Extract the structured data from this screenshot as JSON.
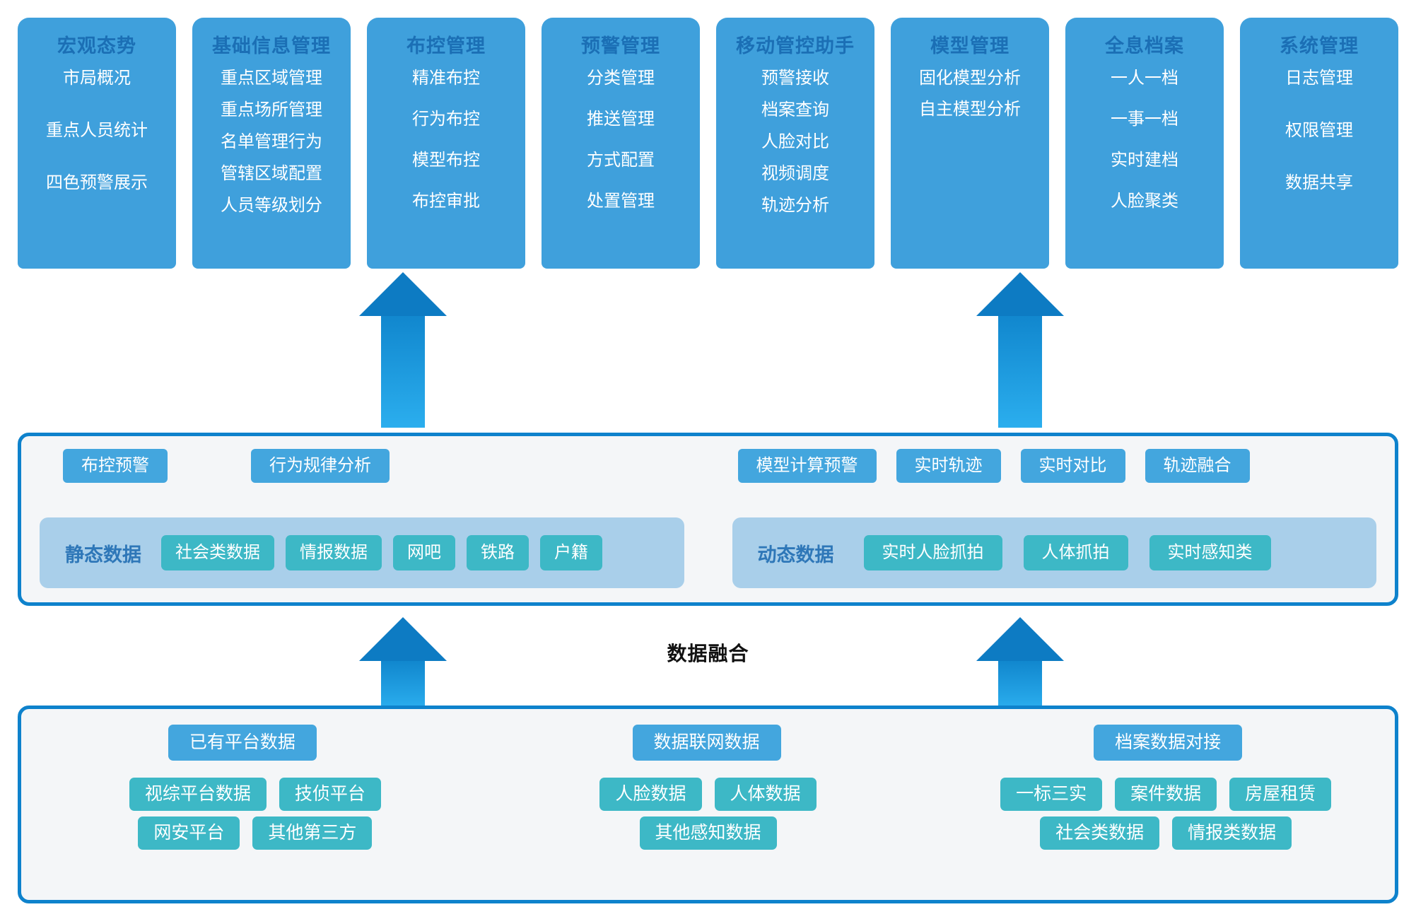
{
  "colors": {
    "module_card": "#3FA0DC",
    "module_title": "#1B6FB5",
    "band_border": "#0E82CC",
    "band_fill": "#F4F6F8",
    "capability_chip": "#43A6DE",
    "data_panel": "#A9CFEA",
    "data_panel_label": "#2E77B8",
    "data_chip": "#3DB8C6",
    "arrow": "#1187CE"
  },
  "modules": [
    {
      "title": "宏观态势",
      "items": [
        "市局概况",
        "重点人员统计",
        "四色预警展示"
      ]
    },
    {
      "title": "基础信息管理",
      "items": [
        "重点区域管理",
        "重点场所管理",
        "名单管理行为",
        "管辖区域配置",
        "人员等级划分"
      ]
    },
    {
      "title": "布控管理",
      "items": [
        "精准布控",
        "行为布控",
        "模型布控",
        "布控审批"
      ]
    },
    {
      "title": "预警管理",
      "items": [
        "分类管理",
        "推送管理",
        "方式配置",
        "处置管理"
      ]
    },
    {
      "title": "移动管控助手",
      "items": [
        "预警接收",
        "档案查询",
        "人脸对比",
        "视频调度",
        "轨迹分析"
      ]
    },
    {
      "title": "模型管理",
      "items": [
        "固化模型分析",
        "自主模型分析"
      ]
    },
    {
      "title": "全息档案",
      "items": [
        "一人一档",
        "一事一档",
        "实时建档",
        "人脸聚类"
      ]
    },
    {
      "title": "系统管理",
      "items": [
        "日志管理",
        "权限管理",
        "数据共享"
      ]
    }
  ],
  "fusion": {
    "label": "数据融合",
    "left": {
      "capabilities": [
        "布控预警",
        "行为规律分析"
      ],
      "panel_label": "静态数据",
      "chips": [
        "社会类数据",
        "情报数据",
        "网吧",
        "铁路",
        "户籍"
      ]
    },
    "right": {
      "capabilities": [
        "模型计算预警",
        "实时轨迹",
        "实时对比",
        "轨迹融合"
      ],
      "panel_label": "动态数据",
      "chips": [
        "实时人脸抓拍",
        "人体抓拍",
        "实时感知类"
      ]
    }
  },
  "sources": [
    {
      "head": "已有平台数据",
      "rows": [
        [
          "视综平台数据",
          "技侦平台"
        ],
        [
          "网安平台",
          "其他第三方"
        ]
      ]
    },
    {
      "head": "数据联网数据",
      "rows": [
        [
          "人脸数据",
          "人体数据"
        ],
        [
          "其他感知数据"
        ]
      ]
    },
    {
      "head": "档案数据对接",
      "rows": [
        [
          "一标三实",
          "案件数据",
          "房屋租赁"
        ],
        [
          "社会类数据",
          "情报类数据"
        ]
      ]
    }
  ]
}
